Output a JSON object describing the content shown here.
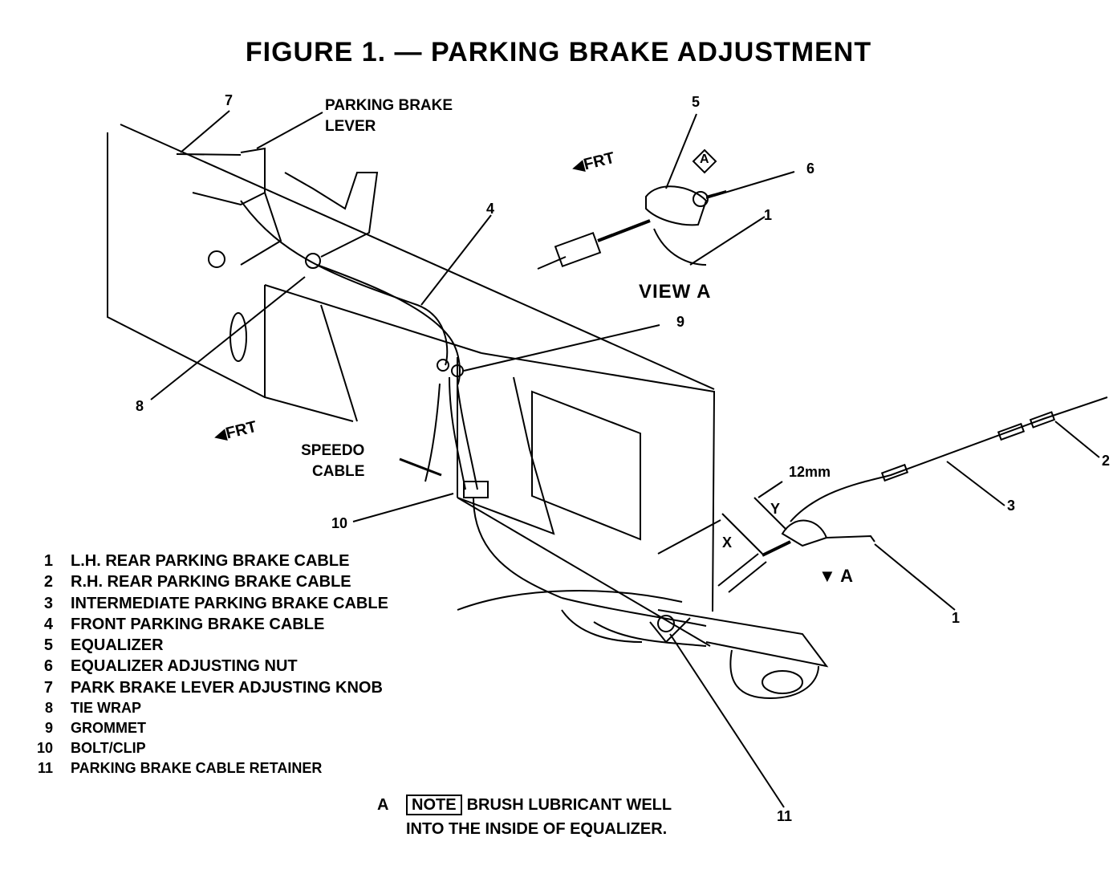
{
  "title": "FIGURE 1. — PARKING BRAKE ADJUSTMENT",
  "diagram_labels": {
    "parking_brake_lever": [
      "PARKING BRAKE",
      "LEVER"
    ],
    "speedo_cable": [
      "SPEEDO",
      "CABLE"
    ],
    "view_a": "VIEW A",
    "frt": "FRT",
    "marker_a": "A",
    "dim_12mm": "12mm",
    "dim_x": "X",
    "dim_y": "Y"
  },
  "callouts": [
    "7",
    "5",
    "6",
    "1",
    "4",
    "9",
    "8",
    "2",
    "3",
    "10",
    "1",
    "11"
  ],
  "legend": [
    {
      "num": "1",
      "text": "L.H. REAR PARKING BRAKE CABLE"
    },
    {
      "num": "2",
      "text": "R.H. REAR PARKING BRAKE CABLE"
    },
    {
      "num": "3",
      "text": "INTERMEDIATE PARKING BRAKE CABLE"
    },
    {
      "num": "4",
      "text": "FRONT PARKING BRAKE CABLE"
    },
    {
      "num": "5",
      "text": "EQUALIZER"
    },
    {
      "num": "6",
      "text": "EQUALIZER ADJUSTING NUT"
    },
    {
      "num": "7",
      "text": "PARK BRAKE LEVER ADJUSTING KNOB"
    },
    {
      "num": "8",
      "text": "TIE WRAP"
    },
    {
      "num": "9",
      "text": "GROMMET"
    },
    {
      "num": "10",
      "text": "BOLT/CLIP"
    },
    {
      "num": "11",
      "text": "PARKING BRAKE CABLE RETAINER"
    }
  ],
  "note": {
    "key": "A",
    "box_label": "NOTE",
    "line1": "BRUSH LUBRICANT WELL",
    "line2": "INTO THE INSIDE OF EQUALIZER."
  }
}
